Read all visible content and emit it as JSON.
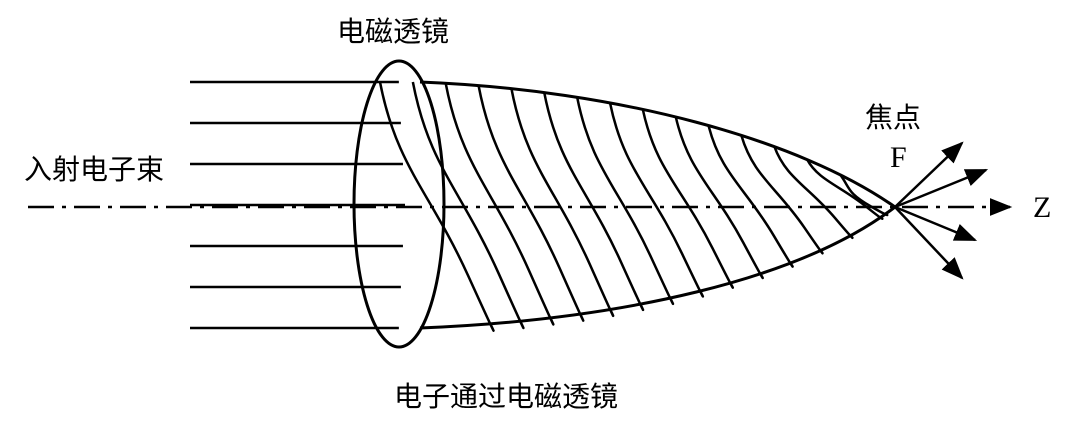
{
  "labels": {
    "lens": "电磁透镜",
    "incident": "入射电子束",
    "focus": "焦点",
    "focus_letter": "F",
    "axis": "Z",
    "caption": "电子通过电磁透镜"
  },
  "colors": {
    "ink": "#000000",
    "background": "#ffffff"
  },
  "diagram": {
    "incoming_beams": 7,
    "spiral_curves": 15,
    "divergent_rays": 4
  }
}
